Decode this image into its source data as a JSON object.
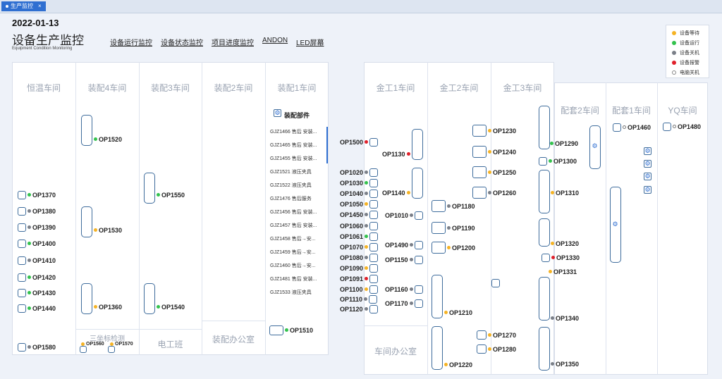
{
  "tab": {
    "label": "生产监控",
    "close": "×"
  },
  "header": {
    "date": "2022-01-13",
    "title": "设备生产监控",
    "subtitle": "Equipment Condition Monitoring"
  },
  "nav": [
    "设备运行监控",
    "设备状态监控",
    "项目进度监控",
    "ANDON",
    "LED屏幕"
  ],
  "legend": [
    {
      "label": "设备等待",
      "color": "#f5b324"
    },
    {
      "label": "设备运行",
      "color": "#33c24d"
    },
    {
      "label": "设备关机",
      "color": "#7a7f88"
    },
    {
      "label": "设备报警",
      "color": "#e0202a"
    },
    {
      "label": "电脑关机",
      "color": "#ffffff"
    }
  ],
  "colors": {
    "wait": "#f5b324",
    "run": "#33c24d",
    "off": "#7a7f88",
    "alarm": "#e0202a",
    "pcoff": "#ffffff"
  },
  "workshops": {
    "hengwen": "恒温车间",
    "zp4": "装配4车间",
    "zp3": "装配3车间",
    "zp2": "装配2车间",
    "zp1": "装配1车间",
    "jg1": "金工1车间",
    "jg2": "金工2车间",
    "jg3": "金工3车间",
    "pt2": "配套2车间",
    "pt1": "配套1车间",
    "yq": "YQ车间",
    "sanzuobiao": "三坐标检测",
    "diangong": "电工班",
    "zpoffice": "装配办公室",
    "cjoffice": "车间办公室"
  },
  "assembly": {
    "title": "装配部件",
    "items": [
      "GJZ1466 售后 安装...",
      "GJZ1465 售后 安装...",
      "GJZ1455 售后 安装...",
      "GJZ1521 液压夹具",
      "GJZ1522 液压夹具",
      "GJZ1476 售后服务",
      "GJZ1456 售后 安装...",
      "GJZ1457 售后 安装...",
      "GJZ1458 售后→安...",
      "GJZ1459 售后→安...",
      "GJZ1460 售后→安...",
      "GJZ1481 售后 安装...",
      "GJZ1533 液压夹具"
    ]
  },
  "ops": {
    "OP1370": {
      "label": "OP1370",
      "status": "run"
    },
    "OP1380": {
      "label": "OP1380",
      "status": "off"
    },
    "OP1390": {
      "label": "OP1390",
      "status": "off"
    },
    "OP1400": {
      "label": "OP1400",
      "status": "run"
    },
    "OP1410": {
      "label": "OP1410",
      "status": "off"
    },
    "OP1420": {
      "label": "OP1420",
      "status": "run"
    },
    "OP1430": {
      "label": "OP1430",
      "status": "run"
    },
    "OP1440": {
      "label": "OP1440",
      "status": "run"
    },
    "OP1580": {
      "label": "OP1580",
      "status": "off"
    },
    "OP1520": {
      "label": "OP1520",
      "status": "run"
    },
    "OP1530": {
      "label": "OP1530",
      "status": "wait"
    },
    "OP1360": {
      "label": "OP1360",
      "status": "wait"
    },
    "OP1560": {
      "label": "OP1560",
      "status": "wait"
    },
    "OP1570": {
      "label": "OP1570",
      "status": "wait"
    },
    "OP1550": {
      "label": "OP1550",
      "status": "run"
    },
    "OP1540": {
      "label": "OP1540",
      "status": "run"
    },
    "OP1510": {
      "label": "OP1510",
      "status": "run"
    },
    "OP1500": {
      "label": "OP1500",
      "status": "alarm"
    },
    "OP1130": {
      "label": "OP1130",
      "status": "alarm"
    },
    "OP1020": {
      "label": "OP1020",
      "status": "off"
    },
    "OP1030": {
      "label": "OP1030",
      "status": "run"
    },
    "OP1040": {
      "label": "OP1040",
      "status": "off"
    },
    "OP1050": {
      "label": "OP1050",
      "status": "wait"
    },
    "OP1450": {
      "label": "OP1450",
      "status": "off"
    },
    "OP1060": {
      "label": "OP1060",
      "status": "off"
    },
    "OP1061": {
      "label": "OP1061",
      "status": "run"
    },
    "OP1070": {
      "label": "OP1070",
      "status": "wait"
    },
    "OP1080": {
      "label": "OP1080",
      "status": "off"
    },
    "OP1090": {
      "label": "OP1090",
      "status": "wait"
    },
    "OP1091": {
      "label": "OP1091",
      "status": "alarm"
    },
    "OP1100": {
      "label": "OP1100",
      "status": "wait"
    },
    "OP1110": {
      "label": "OP1110",
      "status": "off"
    },
    "OP1120": {
      "label": "OP1120",
      "status": "off"
    },
    "OP1140": {
      "label": "OP1140",
      "status": "wait"
    },
    "OP1010": {
      "label": "OP1010",
      "status": "off"
    },
    "OP1490": {
      "label": "OP1490",
      "status": "off"
    },
    "OP1150": {
      "label": "OP1150",
      "status": "off"
    },
    "OP1160": {
      "label": "OP1160",
      "status": "off"
    },
    "OP1170": {
      "label": "OP1170",
      "status": "off"
    },
    "OP1180": {
      "label": "OP1180",
      "status": "off"
    },
    "OP1190": {
      "label": "OP1190",
      "status": "off"
    },
    "OP1200": {
      "label": "OP1200",
      "status": "wait"
    },
    "OP1210": {
      "label": "OP1210",
      "status": "wait"
    },
    "OP1220": {
      "label": "OP1220",
      "status": "wait"
    },
    "OP1230": {
      "label": "OP1230",
      "status": "wait"
    },
    "OP1240": {
      "label": "OP1240",
      "status": "wait"
    },
    "OP1250": {
      "label": "OP1250",
      "status": "wait"
    },
    "OP1260": {
      "label": "OP1260",
      "status": "off"
    },
    "OP1270": {
      "label": "OP1270",
      "status": "wait"
    },
    "OP1280": {
      "label": "OP1280",
      "status": "wait"
    },
    "OP1290": {
      "label": "OP1290",
      "status": "run"
    },
    "OP1300": {
      "label": "OP1300",
      "status": "run"
    },
    "OP1310": {
      "label": "OP1310",
      "status": "wait"
    },
    "OP1320": {
      "label": "OP1320",
      "status": "wait"
    },
    "OP1330": {
      "label": "OP1330",
      "status": "alarm"
    },
    "OP1331": {
      "label": "OP1331",
      "status": "wait"
    },
    "OP1340": {
      "label": "OP1340",
      "status": "off"
    },
    "OP1350": {
      "label": "OP1350",
      "status": "off"
    },
    "OP1460": {
      "label": "OP1460",
      "status": "pcoff"
    },
    "OP1480": {
      "label": "OP1480",
      "status": "pcoff"
    }
  },
  "icons": {
    "gear": "gear-icon"
  }
}
